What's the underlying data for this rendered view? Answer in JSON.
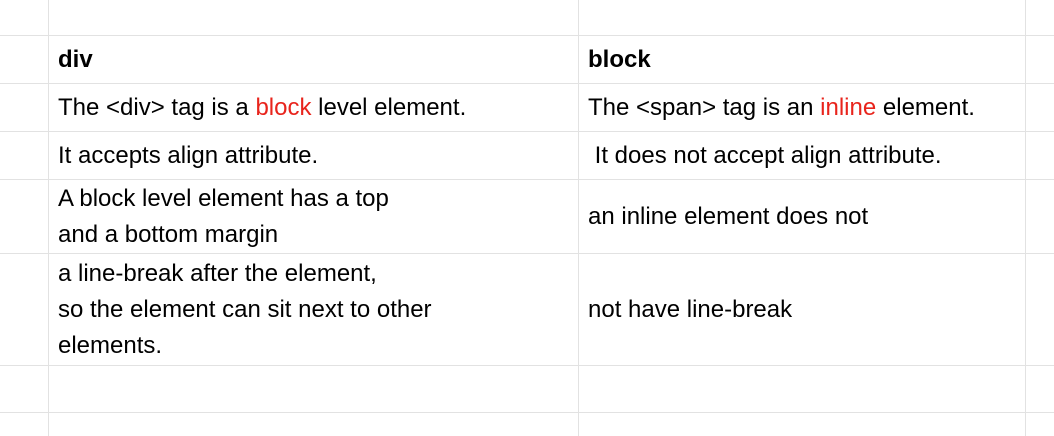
{
  "headers": {
    "col1": "div",
    "col2": "block"
  },
  "rows": [
    {
      "col1": {
        "pre": "The <div> tag is a ",
        "hl": "block",
        "post": " level element."
      },
      "col2": {
        "pre": "The <span> tag is an ",
        "hl": "inline",
        "post": " element."
      }
    },
    {
      "col1": {
        "text": "It accepts align attribute."
      },
      "col2": {
        "text": " It does not accept align attribute."
      }
    },
    {
      "col1": {
        "lines": [
          "A block level element has a top",
          "and a bottom margin"
        ]
      },
      "col2": {
        "text": "an inline element does not"
      }
    },
    {
      "col1": {
        "lines": [
          "a line-break after the element,",
          "so the element can sit next to other",
          "elements."
        ]
      },
      "col2": {
        "text": "not have line-break"
      }
    }
  ],
  "colors": {
    "highlight": "#e8241c",
    "grid": "#e2e2e2"
  }
}
